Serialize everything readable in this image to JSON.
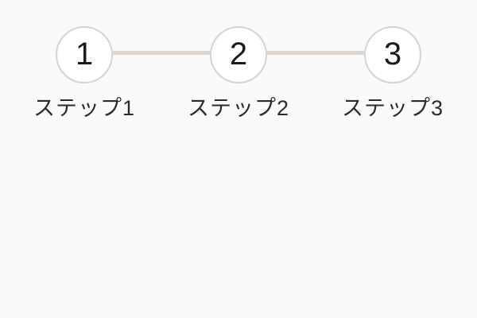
{
  "page": {
    "background": "#fafafa"
  },
  "stepper": {
    "steps": [
      {
        "number": "1",
        "label": "ステップ1"
      },
      {
        "number": "2",
        "label": "ステップ2"
      },
      {
        "number": "3",
        "label": "ステップ3"
      }
    ],
    "colors": {
      "circle_fill": "#ffffff",
      "circle_border": "#d7d3d0",
      "connector": "#dcd7d3",
      "number_text": "#1e1c1a",
      "label_text": "#2d2b28"
    }
  }
}
